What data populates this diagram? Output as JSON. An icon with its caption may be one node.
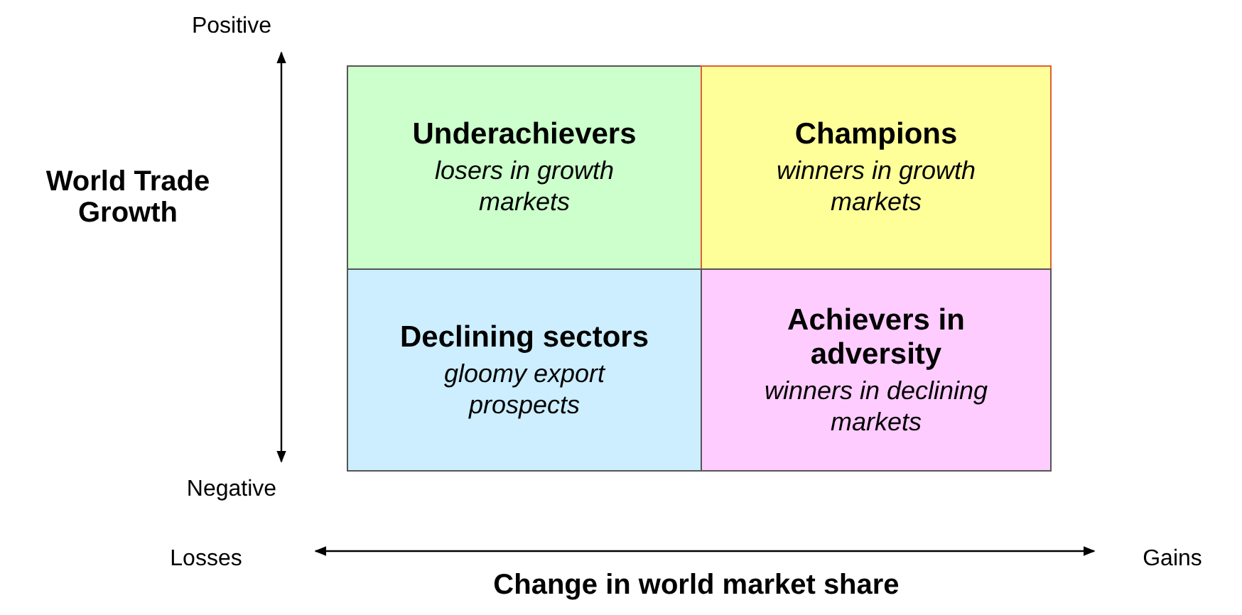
{
  "diagram": {
    "nodes": [
      {
        "text": [
          "Underachievers",
          "losers in growth markets"
        ]
      },
      {
        "text": [
          "Champions",
          "winners in growth markets"
        ]
      },
      {
        "text": [
          "Declining sectors",
          "gloomy export prospects"
        ]
      },
      {
        "text": [
          "Achievers in adversity",
          "winners in declining markets"
        ]
      }
    ],
    "labels": [
      "Positive",
      "World Trade Growth",
      "Negative",
      "Losses",
      "Gains",
      "Change in world market share"
    ]
  }
}
